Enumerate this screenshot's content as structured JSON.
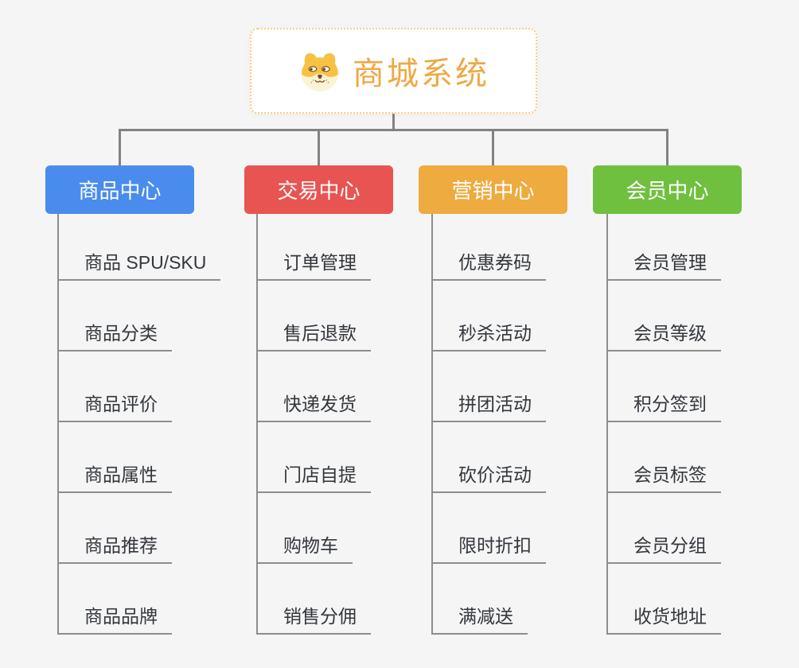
{
  "canvas": {
    "background": "#f5f5f5",
    "connector_color": "#828282",
    "item_line_color": "#8d8d8d",
    "item_text_color": "#33373d"
  },
  "root": {
    "title": "商城系统",
    "icon": "dog-face-icon",
    "title_color": "#efa844",
    "border_color": "#f7cd85",
    "background": "#ffffff"
  },
  "branches": [
    {
      "id": "product-center",
      "label": "商品中心",
      "color": "#4a8cee",
      "items": [
        "商品 SPU/SKU",
        "商品分类",
        "商品评价",
        "商品属性",
        "商品推荐",
        "商品品牌"
      ]
    },
    {
      "id": "trade-center",
      "label": "交易中心",
      "color": "#e85452",
      "items": [
        "订单管理",
        "售后退款",
        "快递发货",
        "门店自提",
        "购物车",
        "销售分佣"
      ]
    },
    {
      "id": "marketing-center",
      "label": "营销中心",
      "color": "#edab40",
      "items": [
        "优惠券码",
        "秒杀活动",
        "拼团活动",
        "砍价活动",
        "限时折扣",
        "满减送"
      ]
    },
    {
      "id": "member-center",
      "label": "会员中心",
      "color": "#70c040",
      "items": [
        "会员管理",
        "会员等级",
        "积分签到",
        "会员标签",
        "会员分组",
        "收货地址"
      ]
    }
  ]
}
